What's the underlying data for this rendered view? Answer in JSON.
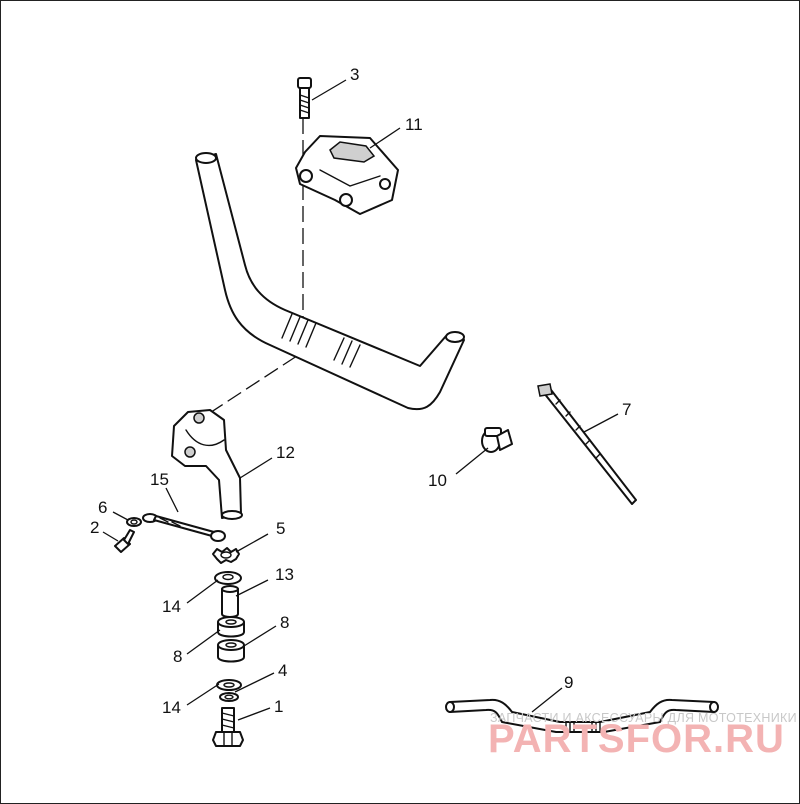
{
  "callouts": {
    "c1": "1",
    "c2": "2",
    "c3": "3",
    "c4": "4",
    "c5": "5",
    "c6": "6",
    "c7": "7",
    "c8a": "8",
    "c8b": "8",
    "c9": "9",
    "c10": "10",
    "c11": "11",
    "c12": "12",
    "c13": "13",
    "c14a": "14",
    "c14b": "14",
    "c15": "15"
  },
  "watermark": {
    "tagline": "ЗАПЧАСТИ И АКСЕССУАРЫ ДЛЯ МОТОТЕХНИКИ",
    "brand": "PARTSFOR.RU"
  }
}
